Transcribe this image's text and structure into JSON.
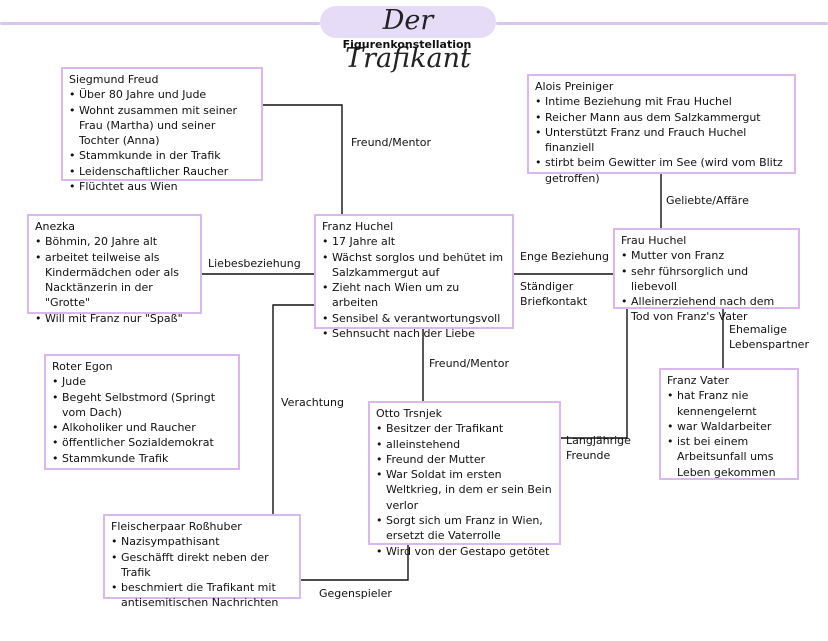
{
  "title": "Der Trafikant",
  "subtitle": "Figurenkonstellation",
  "characters": {
    "freud": {
      "name": "Siegmund Freud",
      "points": [
        "Über 80 Jahre und Jude",
        "Wohnt zusammen mit seiner Frau (Martha) und seiner Tochter (Anna)",
        "Stammkunde in der Trafik",
        "Leidenschaftlicher Raucher",
        "Flüchtet aus Wien"
      ]
    },
    "preiniger": {
      "name": "Alois Preiniger",
      "points": [
        "Intime Beziehung mit Frau Huchel",
        "Reicher Mann aus dem Salzkammergut",
        "Unterstützt Franz und Frauch Huchel finanziell",
        "stirbt beim Gewitter im See (wird vom Blitz getroffen)"
      ]
    },
    "anezka": {
      "name": "Anezka",
      "points": [
        "Böhmin, 20 Jahre alt",
        "arbeitet teilweise als Kindermädchen oder als Nacktänzerin in der \"Grotte\"",
        "Will mit Franz nur \"Spaß\""
      ]
    },
    "franz": {
      "name": "Franz Huchel",
      "points": [
        "17 Jahre alt",
        "Wächst sorglos und behütet im Salzkammergut auf",
        "Zieht nach Wien um zu arbeiten",
        "Sensibel & verantwortungsvoll",
        "Sehnsucht nach der Liebe"
      ]
    },
    "frau_huchel": {
      "name": "Frau Huchel",
      "points": [
        "Mutter von Franz",
        "sehr führsorglich und liebevoll",
        "Alleinerziehend nach dem Tod von Franz's Vater"
      ]
    },
    "egon": {
      "name": "Roter Egon",
      "points": [
        "Jude",
        "Begeht Selbstmord (Springt vom Dach)",
        "Alkoholiker und Raucher",
        "öffentlicher Sozialdemokrat",
        "Stammkunde Trafik"
      ]
    },
    "otto": {
      "name": "Otto Trsnjek",
      "points": [
        "Besitzer der Trafikant",
        "alleinstehend",
        "Freund der Mutter",
        "War Soldat im ersten Weltkrieg, in dem er sein Bein verlor",
        "Sorgt sich um Franz in Wien, ersetzt die Vaterrolle",
        "Wird von der Gestapo getötet"
      ]
    },
    "vater": {
      "name": "Franz Vater",
      "points": [
        "hat Franz nie kennengelernt",
        "war Waldarbeiter",
        "ist bei einem Arbeitsunfall ums Leben gekommen"
      ]
    },
    "rosshuber": {
      "name": "Fleischerpaar Roßhuber",
      "points": [
        "Nazisympathisant",
        "Geschäfft direkt neben der Trafik",
        "beschmiert die Trafikant mit antisemitischen Nachrichten"
      ]
    }
  },
  "relations": {
    "freund_mentor_1": "Freund/Mentor",
    "geliebte": "Geliebte/Affäre",
    "liebesbeziehung": "Liebesbeziehung",
    "enge_beziehung": "Enge Beziehung",
    "brief_1": "Ständiger",
    "brief_2": "Briefkontakt",
    "ehemalige_1": "Ehemalige",
    "ehemalige_2": "Lebenspartner",
    "freund_mentor_2": "Freund/Mentor",
    "verachtung": "Verachtung",
    "langjaehrige_1": "Langjährige",
    "langjaehrige_2": "Freunde",
    "gegenspieler": "Gegenspieler"
  },
  "colors": {
    "box_border": "#d9b8ee",
    "title_accent": "#d7c6ee",
    "line": "#111111"
  }
}
